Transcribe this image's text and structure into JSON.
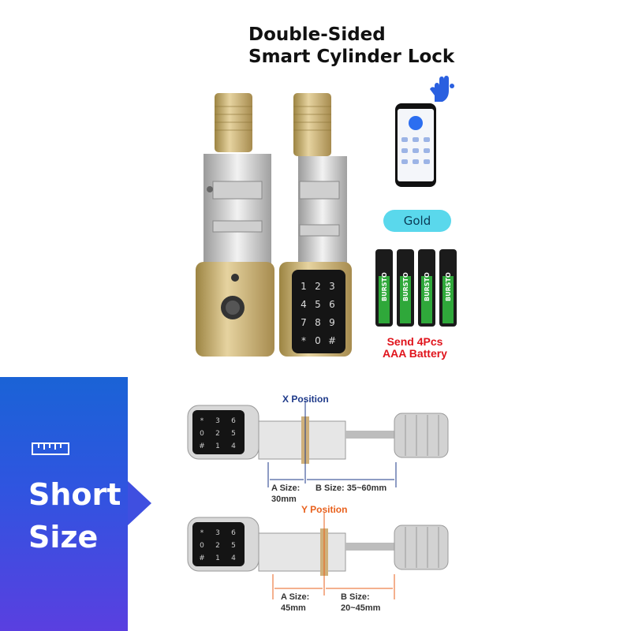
{
  "title": {
    "line1": "Double-Sided",
    "line2": "Smart Cylinder Lock"
  },
  "color_option": "Gold",
  "battery_note": {
    "line1": "Send 4Pcs",
    "line2": "AAA Battery"
  },
  "battery_brand": "BURSTO",
  "keypad_keys": [
    "1",
    "2",
    "3",
    "4",
    "5",
    "6",
    "7",
    "8",
    "9",
    "*",
    "0",
    "#"
  ],
  "side_label": {
    "line1": "Short",
    "line2": "Size"
  },
  "diagram_x": {
    "position_label": "X Position",
    "a_label": "A Size:",
    "a_value": "30mm",
    "b_label": "B Size: 35~60mm"
  },
  "diagram_y": {
    "position_label": "Y Position",
    "a_label": "A Size:",
    "a_value": "45mm",
    "b_label": "B Size:",
    "b_value": "20~45mm"
  },
  "colors": {
    "accent_blue": "#2f57dc",
    "gold": "#c9ad6a",
    "pill": "#5ad8ec",
    "note_red": "#e0141c",
    "orange": "#e8601c"
  }
}
